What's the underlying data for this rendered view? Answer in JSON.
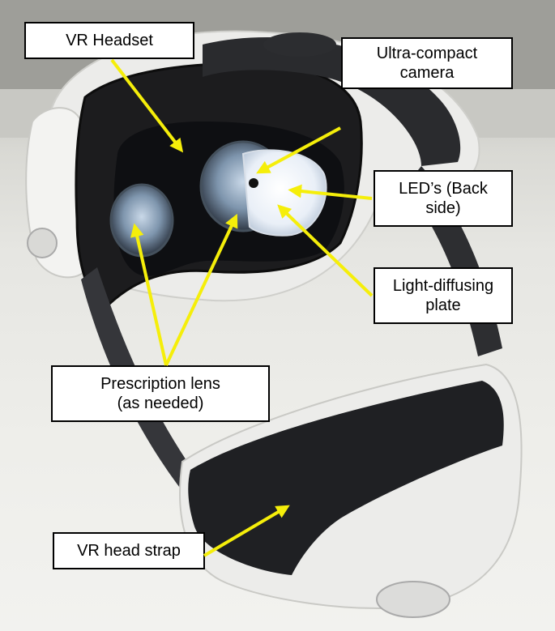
{
  "annotations": {
    "vr_headset": "VR Headset",
    "ultra_compact_camera": "Ultra-compact\ncamera",
    "leds_back_side": "LED’s (Back\nside)",
    "light_diffusing_plate": "Light-diffusing\nplate",
    "prescription_lens": "Prescription lens\n(as needed)",
    "vr_head_strap": "VR head strap"
  },
  "colors": {
    "arrow": "#f5ee0a",
    "callout_border": "#000000",
    "callout_fill": "#ffffff"
  }
}
